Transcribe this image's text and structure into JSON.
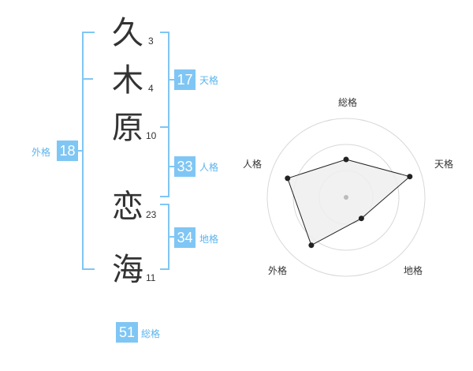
{
  "name": {
    "chars": [
      {
        "char": "久",
        "strokes": "3"
      },
      {
        "char": "木",
        "strokes": "4"
      },
      {
        "char": "原",
        "strokes": "10"
      },
      {
        "char": "恋",
        "strokes": "23"
      },
      {
        "char": "海",
        "strokes": "11"
      }
    ]
  },
  "fortune": {
    "tenkaku": {
      "value": "17",
      "label": "天格"
    },
    "jinkaku": {
      "value": "33",
      "label": "人格"
    },
    "chikaku": {
      "value": "34",
      "label": "地格"
    },
    "gaikaku": {
      "value": "18",
      "label": "外格"
    },
    "soukaku": {
      "value": "51",
      "label": "総格"
    }
  },
  "radar": {
    "labels": {
      "top": "総格",
      "right": "天格",
      "bottom_right": "地格",
      "bottom_left": "外格",
      "left": "人格"
    },
    "scores": {
      "soukaku": 0.48,
      "tenkaku": 0.85,
      "chikaku": 0.33,
      "gaikaku": 0.75,
      "jinkaku": 0.78
    },
    "colors": {
      "fill": "#efefef",
      "line": "#222222",
      "ring": "#d8d8d8",
      "center": "#bbbbbb"
    }
  },
  "colors": {
    "accent": "#7fc6f4",
    "label": "#5bb4ee"
  }
}
